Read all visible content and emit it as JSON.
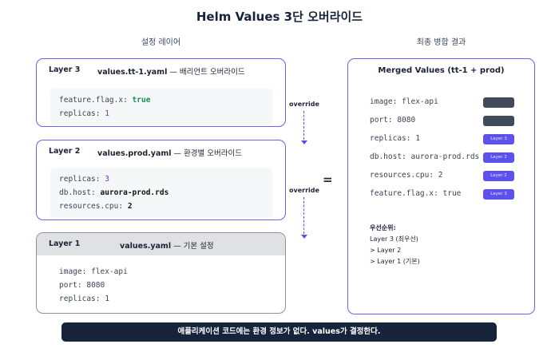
{
  "title": "Helm Values 3단 오버라이드",
  "left_heading": "설정 레이어",
  "right_heading": "최종 병합 결과",
  "layers": [
    {
      "label": "Layer 3",
      "file": "values.tt-1.yaml",
      "desc": "— 배리언트 오버라이드",
      "lines": [
        {
          "key": "feature.flag.x:",
          "value": "true"
        },
        {
          "key": "replicas:",
          "value": "1"
        }
      ]
    },
    {
      "label": "Layer 2",
      "file": "values.prod.yaml",
      "desc": "— 환경별 오버라이드",
      "lines": [
        {
          "key": "replicas:",
          "value": "3"
        },
        {
          "key": "db.host:",
          "value": "aurora-prod.rds"
        },
        {
          "key": "resources.cpu:",
          "value": "2"
        }
      ]
    },
    {
      "label": "Layer 1",
      "file": "values.yaml",
      "desc": "— 기본 설정",
      "lines": [
        {
          "key": "image:",
          "value": "flex-api"
        },
        {
          "key": "port:",
          "value": "8080"
        },
        {
          "key": "replicas:",
          "value": "1"
        }
      ]
    }
  ],
  "arrow_label": "override",
  "equals_sign": "=",
  "merged": {
    "title": "Merged Values (tt-1 + prod)",
    "rows": [
      {
        "text": "image: flex-api",
        "source": ""
      },
      {
        "text": "port: 8080",
        "source": ""
      },
      {
        "text": "replicas: 1",
        "source": "Layer 3"
      },
      {
        "text": "db.host: aurora-prod.rds",
        "source": "Layer 2"
      },
      {
        "text": "resources.cpu: 2",
        "source": "Layer 2"
      },
      {
        "text": "feature.flag.x: true",
        "source": "Layer 3"
      }
    ],
    "priority_heading": "우선순위:",
    "priority": [
      "Layer 3 (최우선)",
      "> Layer 2",
      "> Layer 1 (기본)"
    ]
  },
  "banner": "애플리케이션 코드에는 환경 정보가 없다. values가 결정한다.",
  "colors": {
    "accent": "#5b52ee",
    "base_tag": "#3f4a5a",
    "banner_bg": "#15243a"
  }
}
